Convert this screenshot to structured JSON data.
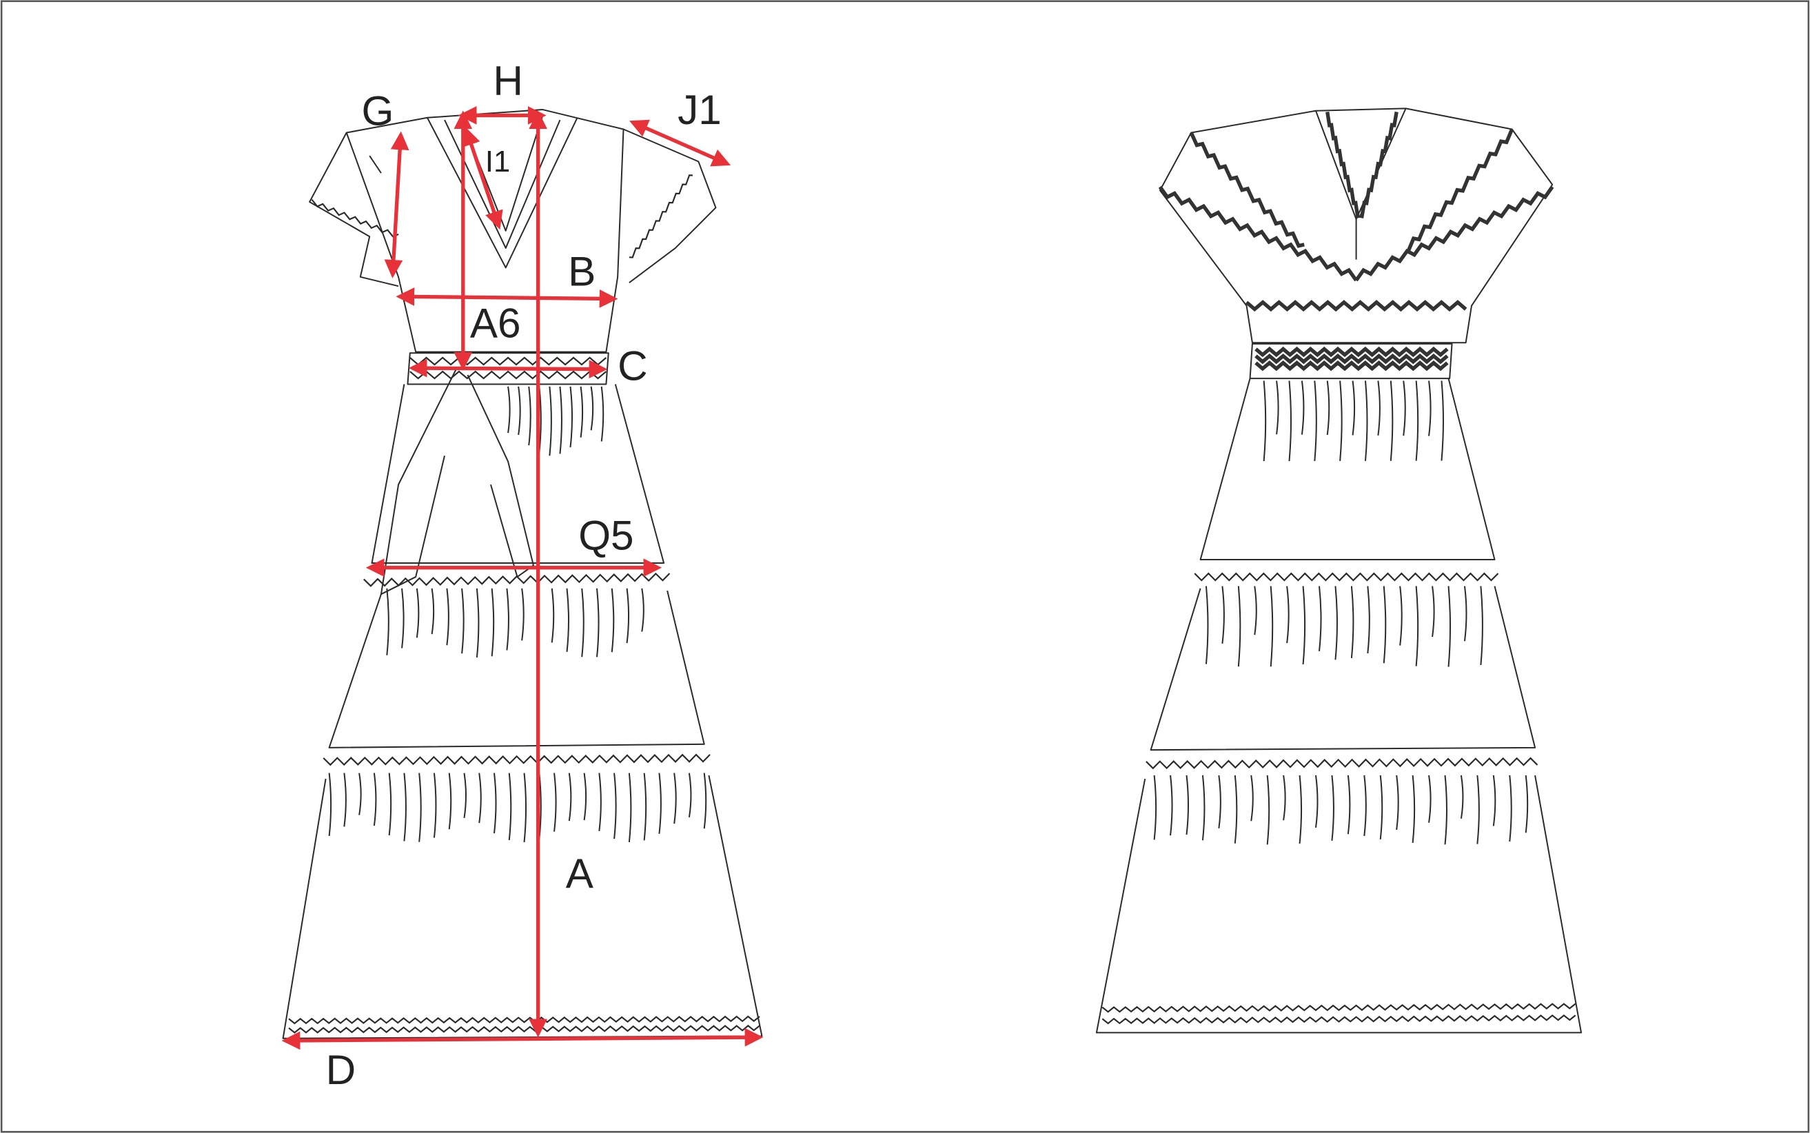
{
  "diagram": {
    "accent_color": "#e8323a",
    "measurements": {
      "G": "G",
      "H": "H",
      "J1": "J1",
      "I1": "I1",
      "B": "B",
      "A6": "A6",
      "C": "C",
      "Q5": "Q5",
      "A": "A",
      "D": "D"
    },
    "views": [
      "front-view",
      "back-view"
    ]
  }
}
